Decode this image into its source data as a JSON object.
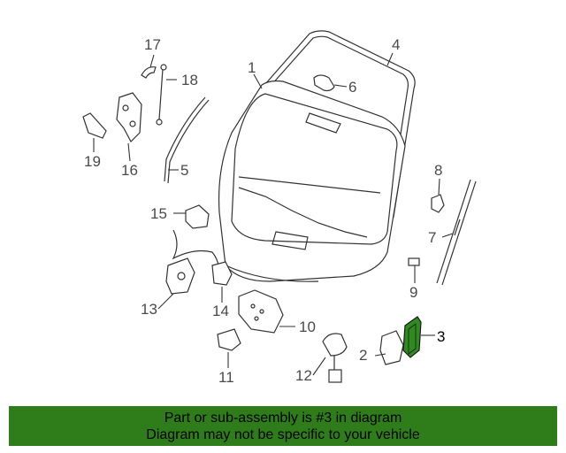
{
  "diagram": {
    "highlight_color": "#2f8a1f",
    "callouts": [
      {
        "id": "c1",
        "text": "1"
      },
      {
        "id": "c2",
        "text": "2"
      },
      {
        "id": "c3",
        "text": "3"
      },
      {
        "id": "c4",
        "text": "4"
      },
      {
        "id": "c5",
        "text": "5"
      },
      {
        "id": "c6",
        "text": "6"
      },
      {
        "id": "c7",
        "text": "7"
      },
      {
        "id": "c8",
        "text": "8"
      },
      {
        "id": "c9",
        "text": "9"
      },
      {
        "id": "c10",
        "text": "10"
      },
      {
        "id": "c11",
        "text": "11"
      },
      {
        "id": "c12",
        "text": "12"
      },
      {
        "id": "c13",
        "text": "13"
      },
      {
        "id": "c14",
        "text": "14"
      },
      {
        "id": "c15",
        "text": "15"
      },
      {
        "id": "c16",
        "text": "16"
      },
      {
        "id": "c17",
        "text": "17"
      },
      {
        "id": "c18",
        "text": "18"
      },
      {
        "id": "c19",
        "text": "19"
      }
    ]
  },
  "banner": {
    "line1": "Part or sub-assembly is #3 in diagram",
    "line2": "Diagram may not be specific to your vehicle",
    "background": "#2e7d1a"
  }
}
